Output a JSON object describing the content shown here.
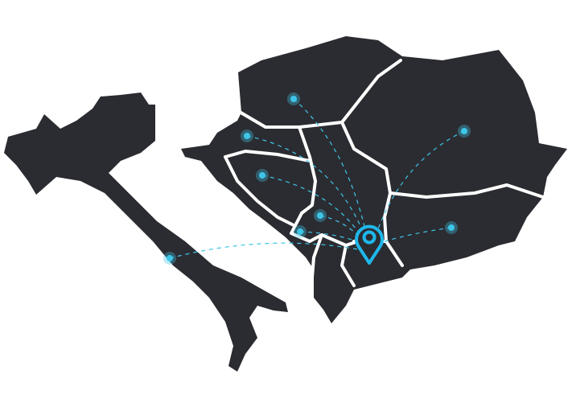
{
  "colors": {
    "land": "#2b2c31",
    "borders": "#ffffff",
    "accent": "#1fb8ec",
    "dot": "#3ec6e8"
  },
  "map": {
    "hub_marker": {
      "icon": "map-pin-icon"
    },
    "locations": [
      {
        "id": "north-1"
      },
      {
        "id": "west-1"
      },
      {
        "id": "west-2"
      },
      {
        "id": "center-1"
      },
      {
        "id": "center-2"
      },
      {
        "id": "italy"
      },
      {
        "id": "east-1"
      },
      {
        "id": "southeast-1"
      }
    ]
  }
}
